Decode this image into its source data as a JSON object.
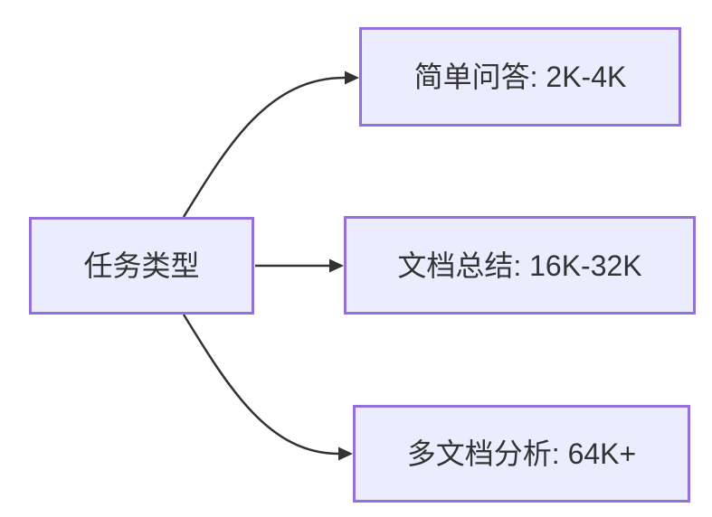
{
  "diagram": {
    "type": "flowchart",
    "direction": "left-to-right",
    "root_node": {
      "label": "任务类型"
    },
    "branch_nodes": [
      {
        "label": "简单问答: 2K-4K"
      },
      {
        "label": "文档总结: 16K-32K"
      },
      {
        "label": "多文档分析: 64K+"
      }
    ],
    "edges": [
      {
        "from": "任务类型",
        "to": "简单问答: 2K-4K",
        "style": "curved-up",
        "arrow": "triangle"
      },
      {
        "from": "任务类型",
        "to": "文档总结: 16K-32K",
        "style": "straight",
        "arrow": "triangle"
      },
      {
        "from": "任务类型",
        "to": "多文档分析: 64K+",
        "style": "curved-down",
        "arrow": "triangle"
      }
    ],
    "colors": {
      "node_fill": "#ECECFF",
      "node_border": "#9370DB",
      "edge_stroke": "#333333",
      "text": "#333333",
      "background": "#FFFFFF"
    }
  }
}
